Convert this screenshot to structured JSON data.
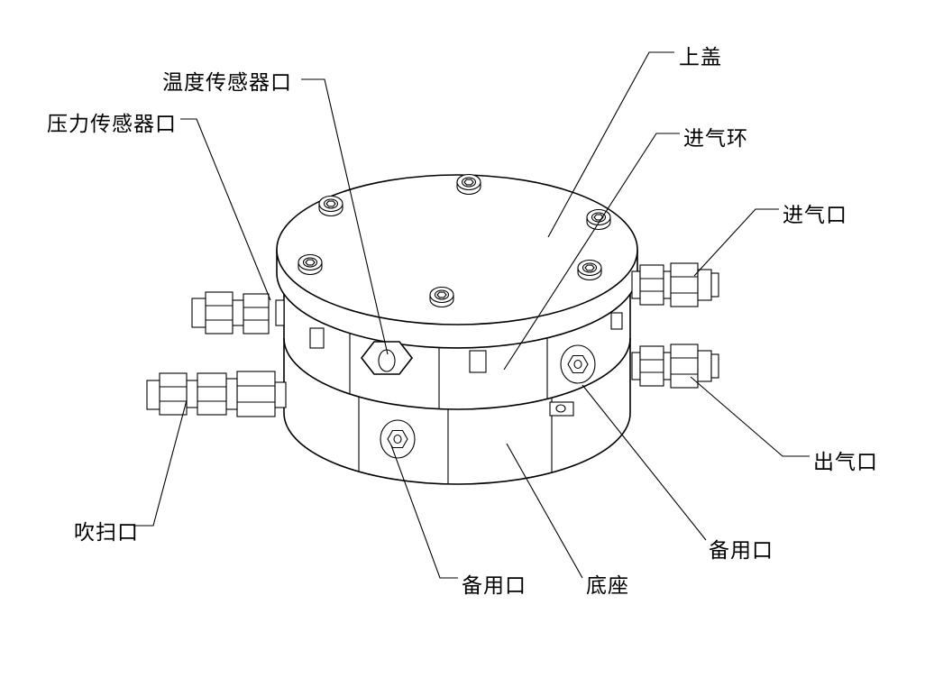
{
  "diagram": {
    "labels": [
      {
        "id": "temperature-sensor-port",
        "text": "温度传感器口"
      },
      {
        "id": "pressure-sensor-port",
        "text": "压力传感器口"
      },
      {
        "id": "top-cover",
        "text": "上盖"
      },
      {
        "id": "intake-ring",
        "text": "进气环"
      },
      {
        "id": "inlet-port",
        "text": "进气口"
      },
      {
        "id": "outlet-port",
        "text": "出气口"
      },
      {
        "id": "spare-port-right",
        "text": "备用口"
      },
      {
        "id": "base",
        "text": "底座"
      },
      {
        "id": "spare-port-bottom",
        "text": "备用口"
      },
      {
        "id": "purge-port",
        "text": "吹扫口"
      }
    ]
  }
}
